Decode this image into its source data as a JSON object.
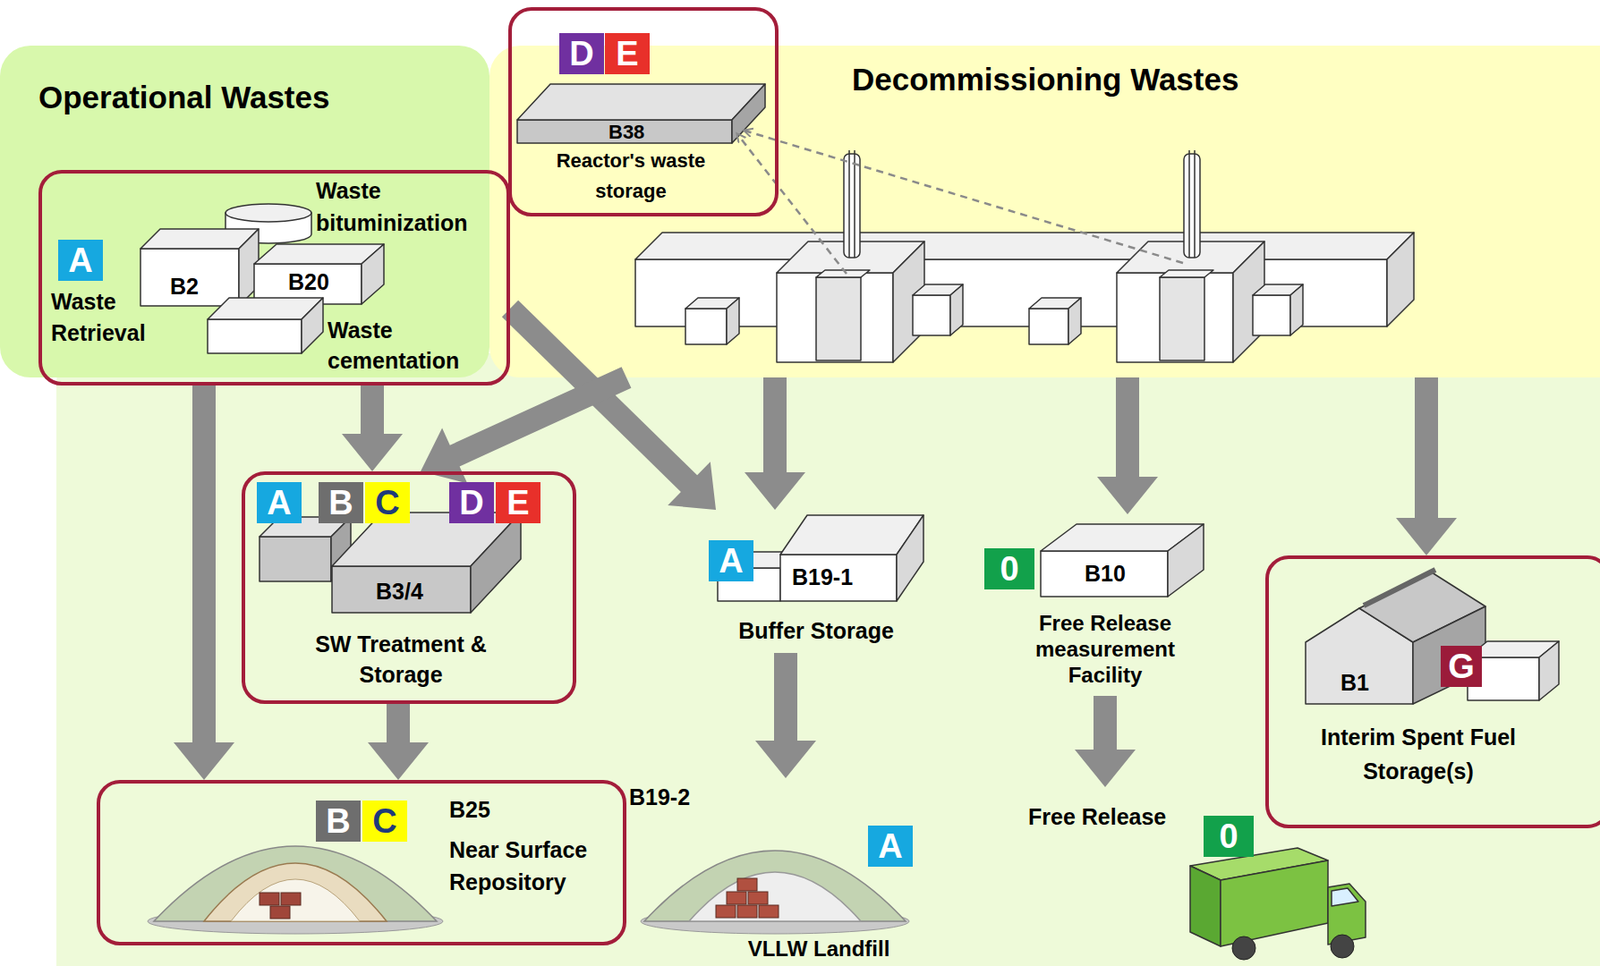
{
  "diagram": {
    "nodes": [
      {
        "text": [
          "Operational Wastes"
        ]
      },
      {
        "text": [
          "Waste bituminization",
          "A",
          "B2",
          "B20",
          "Waste Retrieval",
          "Waste cementation"
        ],
        "in": 0
      },
      {
        "text": [
          "D",
          "E",
          "B38",
          "Reactor's waste storage"
        ]
      },
      {
        "text": [
          "Decommissioning Wastes"
        ]
      },
      {
        "text": [
          "A",
          "B",
          "C",
          "D",
          "E",
          "B3/4",
          "SW Treatment & Storage"
        ]
      },
      {
        "text": [
          "A",
          "B19-1",
          "Buffer Storage"
        ]
      },
      {
        "text": [
          "0",
          "B10",
          "Free Release measurement Facility"
        ]
      },
      {
        "text": [
          "B1",
          "G",
          "Interim Spent Fuel Storage(s)"
        ]
      },
      {
        "text": [
          "B",
          "C",
          "B25",
          "Near Surface Repository"
        ]
      },
      {
        "text": [
          "B19-2",
          "A",
          "VLLW Landfill"
        ]
      },
      {
        "text": [
          "Free Release",
          "0"
        ]
      }
    ],
    "edges": [
      {
        "from": 1,
        "to": 4,
        "arrow": "to"
      },
      {
        "from": 1,
        "to": 8,
        "arrow": "to"
      },
      {
        "from": 1,
        "to": 5,
        "arrow": "to"
      },
      {
        "from": 3,
        "to": 4,
        "arrow": "to"
      },
      {
        "from": 3,
        "to": 5,
        "arrow": "to"
      },
      {
        "from": 3,
        "to": 6,
        "arrow": "to"
      },
      {
        "from": 3,
        "to": 7,
        "arrow": "to"
      },
      {
        "from": 4,
        "to": 8,
        "arrow": "to"
      },
      {
        "from": 5,
        "to": 9,
        "arrow": "to"
      },
      {
        "from": 6,
        "to": 10,
        "arrow": "to"
      }
    ]
  }
}
